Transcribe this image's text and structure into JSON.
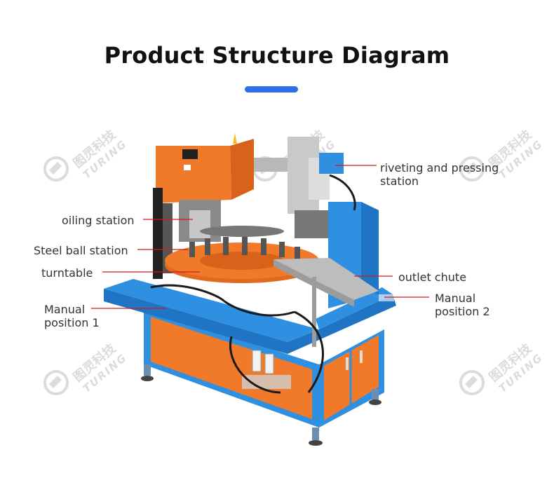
{
  "header": {
    "title": "Product Structure Diagram",
    "accent_color": "#2f6fe8"
  },
  "watermark": {
    "text_cn": "图灵科技",
    "text_en": "TURING"
  },
  "labels": {
    "riveting": [
      "riveting and pressing",
      "station"
    ],
    "oiling": "oiling station",
    "steel_ball": "Steel ball station",
    "turntable": "turntable",
    "outlet_chute": "outlet chute",
    "manual_1": [
      "Manual",
      "position 1"
    ],
    "manual_2": [
      "Manual",
      "position 2"
    ]
  },
  "colors": {
    "machine_orange": "#f07a2a",
    "machine_blue": "#2f8fe0",
    "leader_line": "#d11a1a"
  }
}
